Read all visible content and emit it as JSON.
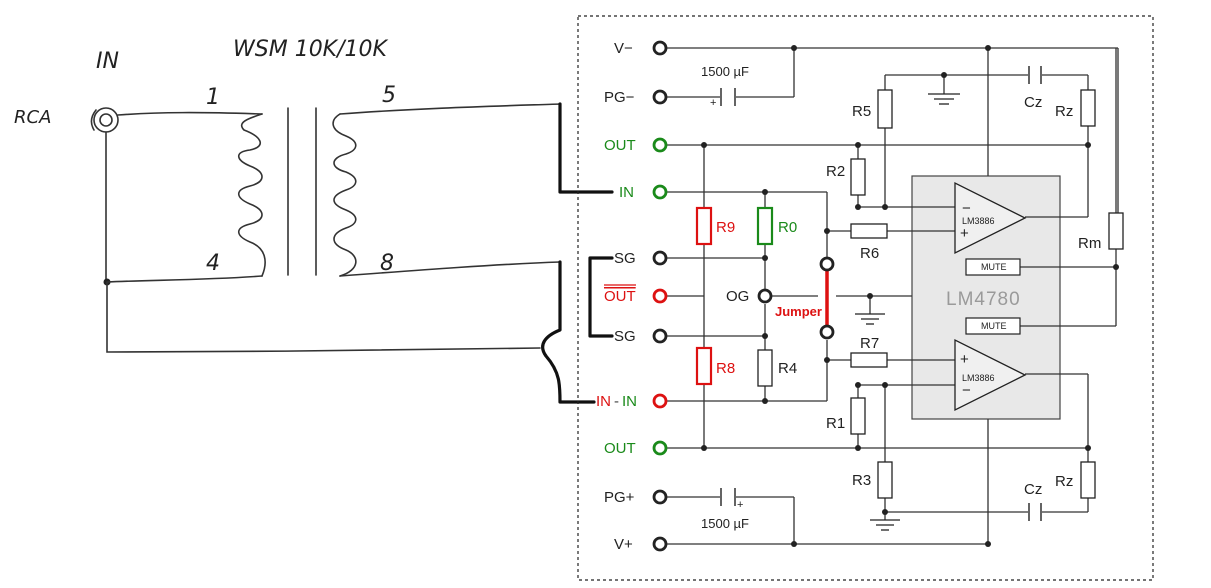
{
  "handwritten": {
    "input_label": "IN",
    "rca_label": "RCA",
    "transformer_label": "WSM 10K/10K",
    "pin1": "1",
    "pin4": "4",
    "pin5": "5",
    "pin8": "8"
  },
  "pins": {
    "v_minus": "V−",
    "pg_minus": "PG−",
    "out_top": "OUT",
    "in": "IN",
    "sg_top": "SG",
    "out_inv": "OUT",
    "og": "OG",
    "sg_bottom": "SG",
    "in_inv_red": "IN",
    "in_inv_dash": "-",
    "in_inv_green": "IN",
    "out_bottom": "OUT",
    "pg_plus": "PG+",
    "v_plus": "V+"
  },
  "components": {
    "cap_top": "1500 µF",
    "cap_bottom": "1500 µF",
    "r5": "R5",
    "r2": "R2",
    "r6": "R6",
    "r9": "R9",
    "r0": "R0",
    "r8": "R8",
    "r4": "R4",
    "r7": "R7",
    "r1": "R1",
    "r3": "R3",
    "rm": "Rm",
    "rz_top": "Rz",
    "rz_bottom": "Rz",
    "cz_top": "Cz",
    "cz_bottom": "Cz",
    "jumper": "Jumper",
    "chip": "LM4780",
    "opamp_top": "LM3886",
    "opamp_bottom": "LM3886",
    "mute_top": "MUTE",
    "mute_bottom": "MUTE",
    "minus_sign_top": "−",
    "plus_sign_top": "+",
    "plus_sign_bottom": "+",
    "minus_sign_bottom": "−",
    "cap_top_polarity": "+",
    "cap_bottom_polarity": "+"
  },
  "colors": {
    "green_pin": "#1a8a1a",
    "red_pin": "#dd1111",
    "chip_fill": "#e8e8e8"
  }
}
